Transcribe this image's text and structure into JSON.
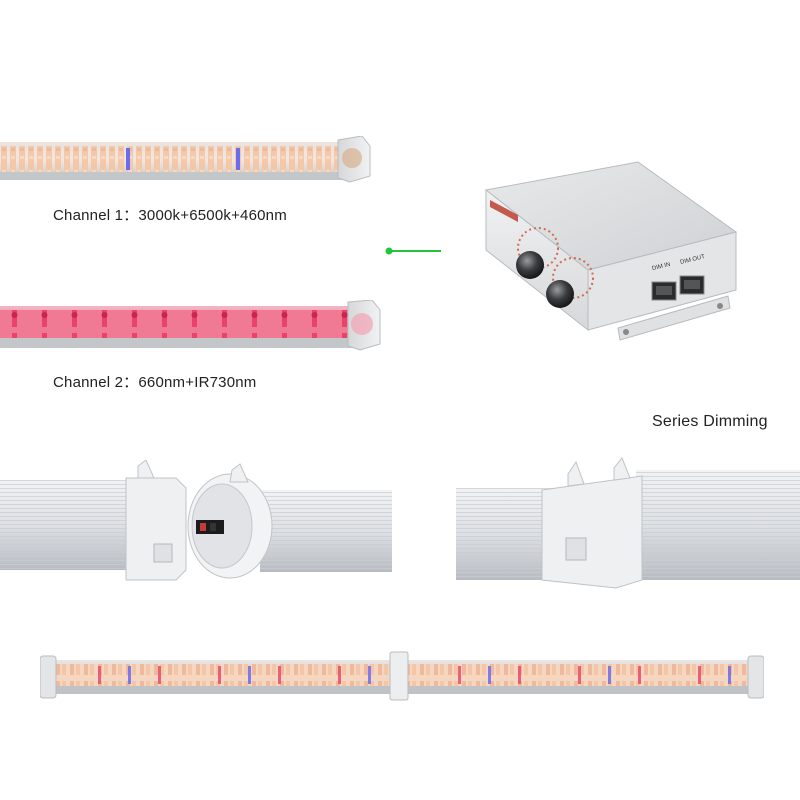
{
  "channel1": {
    "label": "Channel 1：3000k+6500k+460nm"
  },
  "channel2": {
    "label": "Channel 2：660nm+IR730nm"
  },
  "dimmer": {
    "port_in_label": "DIM IN",
    "port_out_label": "DIM OUT"
  },
  "series": {
    "label": "Series Dimming"
  },
  "colors": {
    "warm_led": "#f4c9a8",
    "red_led": "#e8436a",
    "blue_led": "#6a6cf0",
    "housing": "#e6e8ea",
    "connector_dot": "#22c43a"
  }
}
